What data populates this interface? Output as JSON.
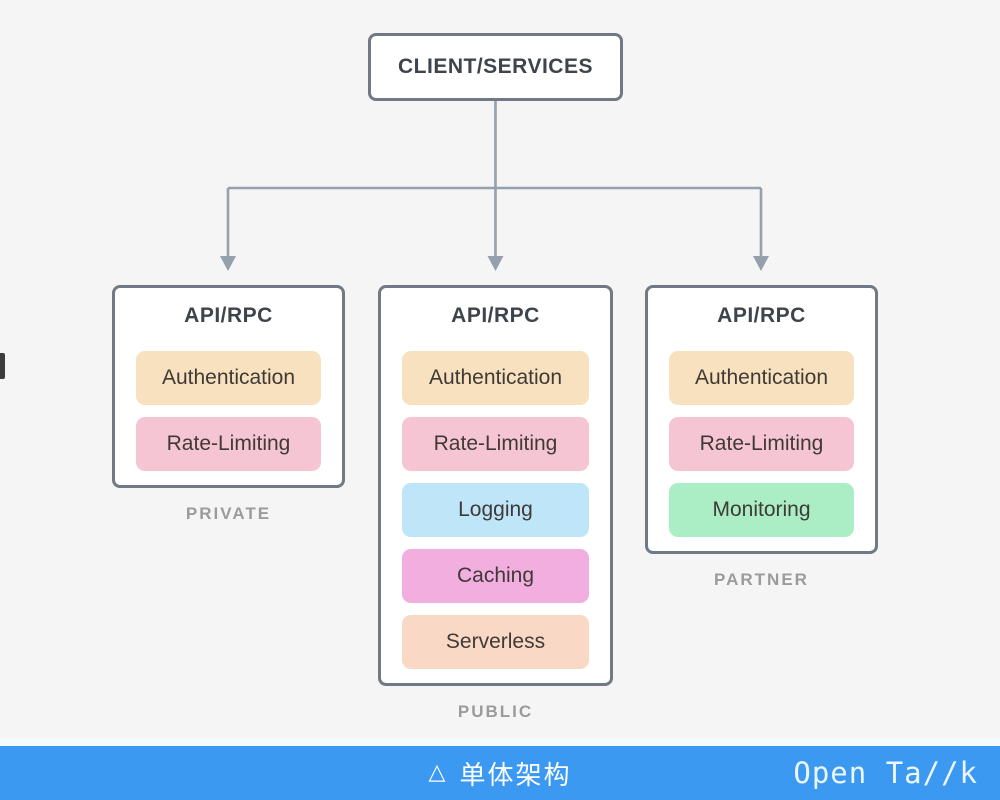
{
  "diagram": {
    "client": {
      "label": "CLIENT/SERVICES"
    },
    "cards": [
      {
        "header": "API/RPC",
        "caption": "PRIVATE",
        "chips": [
          {
            "label": "Authentication",
            "bg": "#f7e1bf"
          },
          {
            "label": "Rate-Limiting",
            "bg": "#f5c5d4"
          }
        ]
      },
      {
        "header": "API/RPC",
        "caption": "PUBLIC",
        "chips": [
          {
            "label": "Authentication",
            "bg": "#f7e1bf"
          },
          {
            "label": "Rate-Limiting",
            "bg": "#f5c5d4"
          },
          {
            "label": "Logging",
            "bg": "#bee5f8"
          },
          {
            "label": "Caching",
            "bg": "#f2aede"
          },
          {
            "label": "Serverless",
            "bg": "#f9d8c5"
          }
        ]
      },
      {
        "header": "API/RPC",
        "caption": "PARTNER",
        "chips": [
          {
            "label": "Authentication",
            "bg": "#f7e1bf"
          },
          {
            "label": "Rate-Limiting",
            "bg": "#f5c5d4"
          },
          {
            "label": "Monitoring",
            "bg": "#abeec6"
          }
        ]
      }
    ],
    "connector_color": "#94a0ab"
  },
  "footer": {
    "marker": "△",
    "title": "单体架构",
    "logo": "Open Ta//k",
    "bg": "#3b99f2"
  }
}
